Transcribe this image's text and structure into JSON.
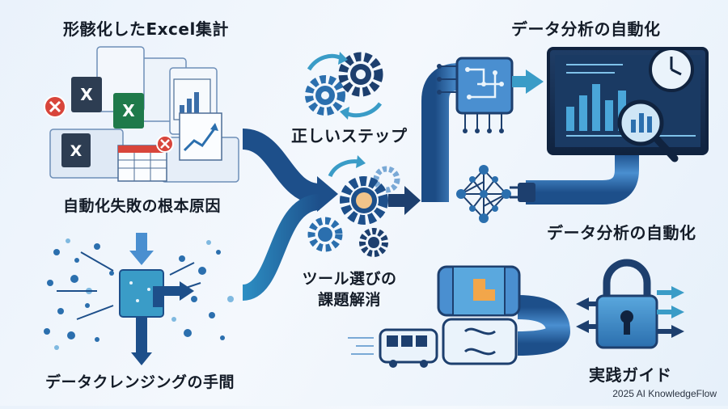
{
  "labels": {
    "excel_title": "形骸化したExcel集計",
    "root_cause": "自動化失敗の根本原因",
    "cleansing": "データクレンジングの手間",
    "right_steps": "正しいステップ",
    "tool_issue_line1": "ツール選びの",
    "tool_issue_line2": "課題解消",
    "auto_top": "データ分析の自動化",
    "auto_mid": "データ分析の自動化",
    "practice_guide": "実践ガイド",
    "copyright": "2025 AI KnowledgeFlow"
  },
  "colors": {
    "navy": "#1d3f6e",
    "blue": "#2f6fb3",
    "teal": "#3a9cc7",
    "light": "#cfe3f4",
    "excel_green": "#1f7a4a",
    "red": "#d8453b",
    "accent_orange": "#f2a64a"
  },
  "icons": [
    "excel-file-icon",
    "error-x-icon",
    "spreadsheet-icon",
    "gear-icon",
    "network-node-icon",
    "circuit-chip-icon",
    "dashboard-monitor-icon",
    "clock-icon",
    "magnifier-icon",
    "padlock-icon",
    "train-icon",
    "pipe-icon",
    "arrow-icon"
  ]
}
